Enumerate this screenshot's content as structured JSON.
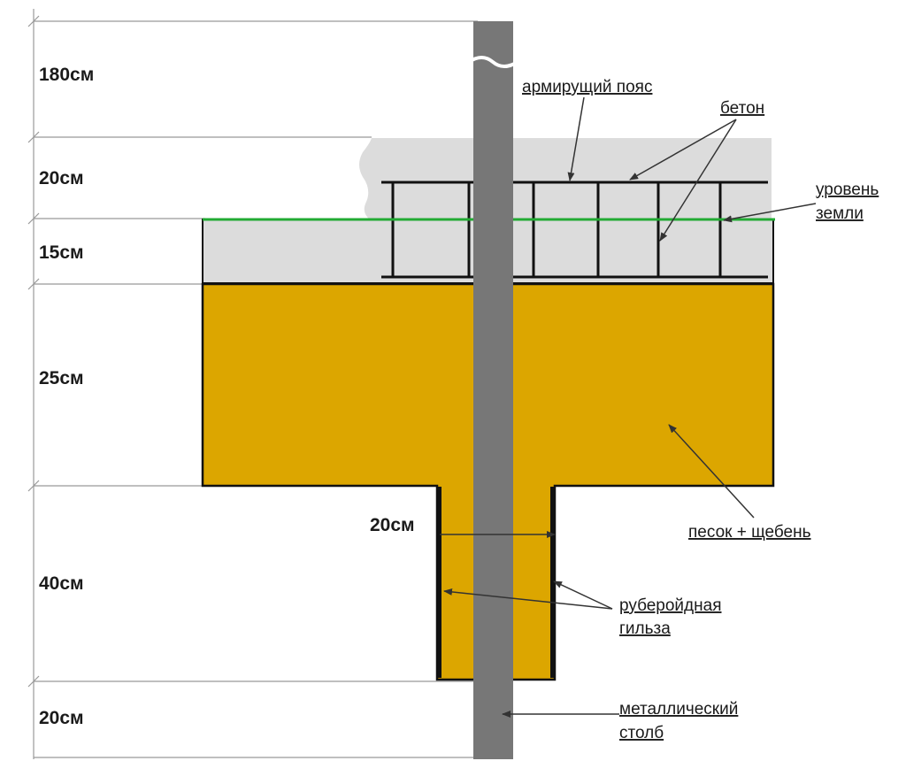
{
  "dimensions": {
    "d180": "180см",
    "d20top": "20см",
    "d15": "15см",
    "d25": "25см",
    "d40": "40см",
    "d20bottom": "20см",
    "width20": "20см"
  },
  "labels": {
    "belt": "армирущий пояс",
    "concrete": "бетон",
    "ground_1": "уровень",
    "ground_2": "земли",
    "sand": "песок + щебень",
    "sleeve_1": "руберойдная",
    "sleeve_2": "гильза",
    "post_1": "металлический",
    "post_2": "столб"
  },
  "colors": {
    "concrete": "#dcdcdc",
    "sand": "#dca600",
    "post": "#777777",
    "ground_line": "#22aa33",
    "outline": "#111111",
    "dim_line": "#999999"
  }
}
